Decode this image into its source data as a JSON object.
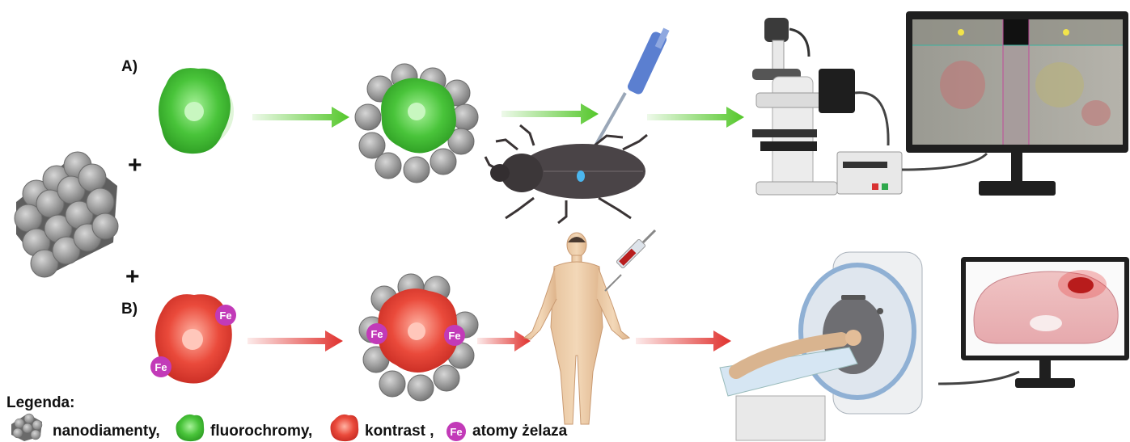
{
  "labels": {
    "route_a": "A)",
    "route_b": "B)",
    "plus_1": "+",
    "plus_2": "+",
    "fe": "Fe"
  },
  "legend": {
    "title": "Legenda:",
    "items": [
      {
        "label": "nanodiamenty,",
        "icon": "nanodiamond-icon"
      },
      {
        "label": "fluorochromy,",
        "icon": "fluorochrome-icon"
      },
      {
        "label": "kontrast ,",
        "icon": "contrast-icon"
      },
      {
        "label": "atomy żelaza",
        "icon": "iron-atom-icon"
      }
    ]
  },
  "colors": {
    "green": "#54c72a",
    "red": "#e0312d",
    "iron": "#c23ab8",
    "grey": "#9a9a9a"
  }
}
